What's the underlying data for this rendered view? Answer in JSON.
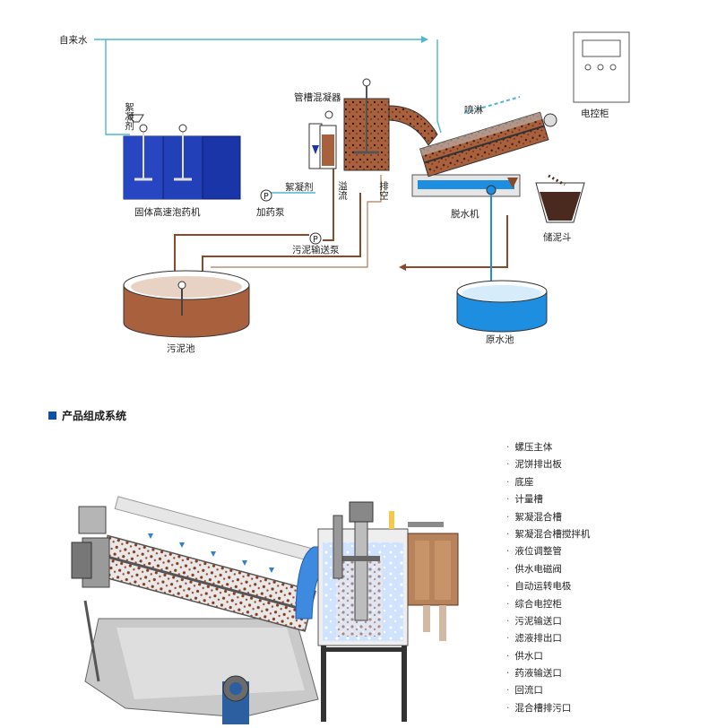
{
  "flow": {
    "tap_water": "自来水",
    "flocculant": "絮凝剂",
    "pipe_mixer": "管槽混凝器",
    "spray": "喷淋",
    "control_cabinet": "电控柜",
    "polymer_machine": "固体高速泡药机",
    "flocculant_agent": "絮凝剂",
    "dosing_pump": "加药泵",
    "overflow": "溢流",
    "drain": "排空",
    "dewatering_machine": "脱水机",
    "sludge_hopper": "储泥斗",
    "sludge_pump": "污泥输送泵",
    "sludge_tank": "污泥池",
    "raw_water_tank": "原水池"
  },
  "section": {
    "title": "产品组成系统"
  },
  "parts": [
    "螺压主体",
    "泥饼排出板",
    "底座",
    "计量槽",
    "絮凝混合槽",
    "絮凝混合槽搅拌机",
    "液位调整管",
    "供水电磁阀",
    "自动运转电极",
    "综合电控柜",
    "污泥输送口",
    "滤液排出口",
    "供水口",
    "药液输送口",
    "回流口",
    "混合槽排污口"
  ],
  "colors": {
    "water_line": "#4fb5d6",
    "sludge_line": "#8a4a2a",
    "tank_blue": "#1a35a8",
    "clear_water": "#1e8fe0",
    "accent": "#0b4fa8"
  }
}
